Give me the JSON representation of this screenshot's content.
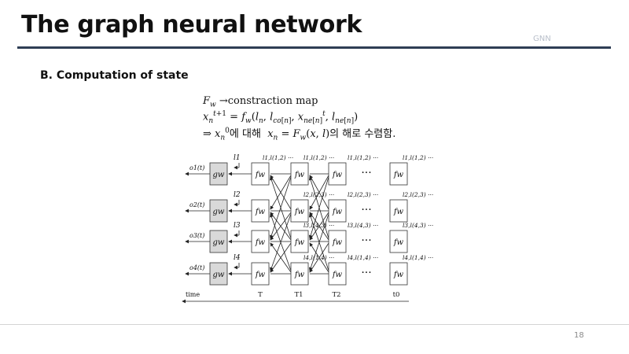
{
  "slide": {
    "title": "The graph neural network",
    "tag": "GNN",
    "subtitle": "B. Computation of state",
    "page_number": "18"
  },
  "formulas": {
    "line1": "Fw →constraction map",
    "line2": "x_n^{t+1} = f_w(l_n, l_co[n], x_ne[n]^t, l_ne[n])",
    "line3": "⇒ x_n^0에 대해 x_n = F_w(x, l)의 해로 수렴함."
  },
  "diagram": {
    "outputs": [
      "o1(t)",
      "o2(t)",
      "o3(t)",
      "o4(t)"
    ],
    "g_label": "gw",
    "f_label": "fw",
    "node_labels": [
      "l1",
      "l2",
      "l3",
      "l4"
    ],
    "edge_labels": [
      "l1,l(1,2) ···",
      "l2,l(2,3) ···",
      "l3,l(4,3) ···",
      "l4,l(1,4) ···"
    ],
    "ellipsis": "···",
    "time_axis": {
      "label": "time",
      "ticks": [
        "T",
        "T1",
        "T2",
        "t0"
      ]
    }
  }
}
